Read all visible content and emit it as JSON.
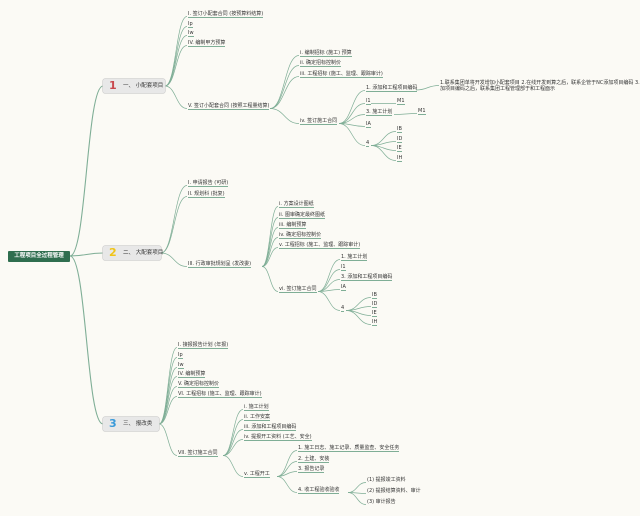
{
  "root": {
    "label": "工程项目全过程管理"
  },
  "branches": [
    {
      "number": "1",
      "number_color": "#c9494e",
      "label": "一、 小配套项目",
      "items": [
        {
          "label": "I. 签订小配套合同 (按预算料结算)"
        },
        {
          "label": "Ip"
        },
        {
          "label": "Iw"
        },
        {
          "label": "IV. 编制甲方预算"
        },
        {
          "label": "V. 签订小配套合同 (按照工程量结算)",
          "children": [
            {
              "label": "i. 编制招标 (施工) 预算"
            },
            {
              "label": "ii. 确定招标控制价"
            },
            {
              "label": "iii. 工程招标 (施工、监理、跟踪审计)"
            },
            {
              "label": "iv. 签订施工合同",
              "children": [
                {
                  "label": "1. 添加和工程项目编码",
                  "note": "1.联系集团单将开发增加小配套项目 2.在线开发到算之后，联系企管于NC添加项目编码 3.添加项目编码之后，联系集团工程管理部于和工程面示"
                },
                {
                  "label": "l1",
                  "children": [
                    {
                      "label": "M1"
                    }
                  ]
                },
                {
                  "label": "3. 施工计划",
                  "children": [
                    {
                      "label": "M1"
                    }
                  ]
                },
                {
                  "label": "IA"
                },
                {
                  "label": "4",
                  "children": [
                    {
                      "label": "IB"
                    },
                    {
                      "label": "ID"
                    },
                    {
                      "label": "IE"
                    },
                    {
                      "label": "IH"
                    }
                  ]
                }
              ]
            }
          ]
        }
      ]
    },
    {
      "number": "2",
      "number_color": "#f0c419",
      "label": "二、 大配套项目",
      "items": [
        {
          "label": "I. 申请报告 (可研)"
        },
        {
          "label": "II. 规划科 (批复)"
        },
        {
          "label": "III. 行政审批规划呈 (发改委)",
          "children": [
            {
              "label": "i. 方案设计图纸"
            },
            {
              "label": "ii. 图审确定最终图纸"
            },
            {
              "label": "iii. 编制预算"
            },
            {
              "label": "iv. 确定招标控制价"
            },
            {
              "label": "v. 工程招标 (施工、监理、跟踪审计)"
            },
            {
              "label": "vi. 签订施工合同",
              "children": [
                {
                  "label": "1. 施工计划"
                },
                {
                  "label": "l1"
                },
                {
                  "label": "3. 添加和工程项目编码"
                },
                {
                  "label": "IA"
                },
                {
                  "label": "4",
                  "children": [
                    {
                      "label": "IB"
                    },
                    {
                      "label": "ID"
                    },
                    {
                      "label": "IE"
                    },
                    {
                      "label": "IH"
                    }
                  ]
                }
              ]
            }
          ]
        }
      ]
    },
    {
      "number": "3",
      "number_color": "#3a9ad9",
      "label": "三、 报改类",
      "items": [
        {
          "label": "I. 接报报告计划 (年报)"
        },
        {
          "label": "Ip"
        },
        {
          "label": "Iw"
        },
        {
          "label": "IV. 编制预算"
        },
        {
          "label": "V. 确定招标控制价"
        },
        {
          "label": "VI. 工程招标 (施工、监理、跟踪审计)"
        },
        {
          "label": "VII. 签订施工合同",
          "children": [
            {
              "label": "i. 施工计划"
            },
            {
              "label": "ii. 工作安案"
            },
            {
              "label": "iii. 添加和工程项目编码"
            },
            {
              "label": "iv. 提报开工资料 (工艺、安全)"
            },
            {
              "label": "v. 工程开工",
              "children": [
                {
                  "label": "1. 施工日志、施工记录、质量监查、安全任务"
                },
                {
                  "label": "2. 土建、安装"
                },
                {
                  "label": "3. 报告记录"
                },
                {
                  "label": "4. 收工程验收验收",
                  "children": [
                    {
                      "label": "(1)  提报竣工资料"
                    },
                    {
                      "label": "(2)  提报结算资料、审计"
                    },
                    {
                      "label": "(3)  审计报告"
                    }
                  ]
                }
              ]
            }
          ]
        }
      ]
    }
  ],
  "colors": {
    "line": "#7fae96",
    "root_bg": "#2f6e4f",
    "box_bg": "#e8e8e8"
  }
}
